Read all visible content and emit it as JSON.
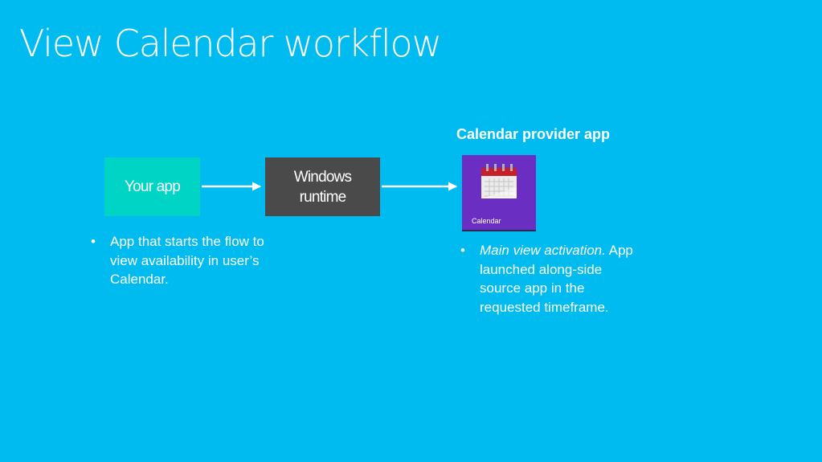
{
  "slide": {
    "title": "View Calendar workflow"
  },
  "diagram": {
    "your_app_label": "Your app",
    "runtime_label": "Windows runtime",
    "provider_heading": "Calendar provider app",
    "tile_label": "Calendar",
    "icon_name": "calendar-icon"
  },
  "bullets": {
    "left": {
      "text": "App that starts the flow to view availability in user’s Calendar."
    },
    "right": {
      "emphasis": "Main view activation.",
      "text": "App launched along-side source app in the requested timeframe."
    }
  },
  "colors": {
    "background": "#00bbf0",
    "your_app": "#00d4c4",
    "runtime": "#4a4a4a",
    "calendar_tile": "#6a2fc2",
    "calendar_icon_red": "#c8202a",
    "text": "#ffffff"
  }
}
